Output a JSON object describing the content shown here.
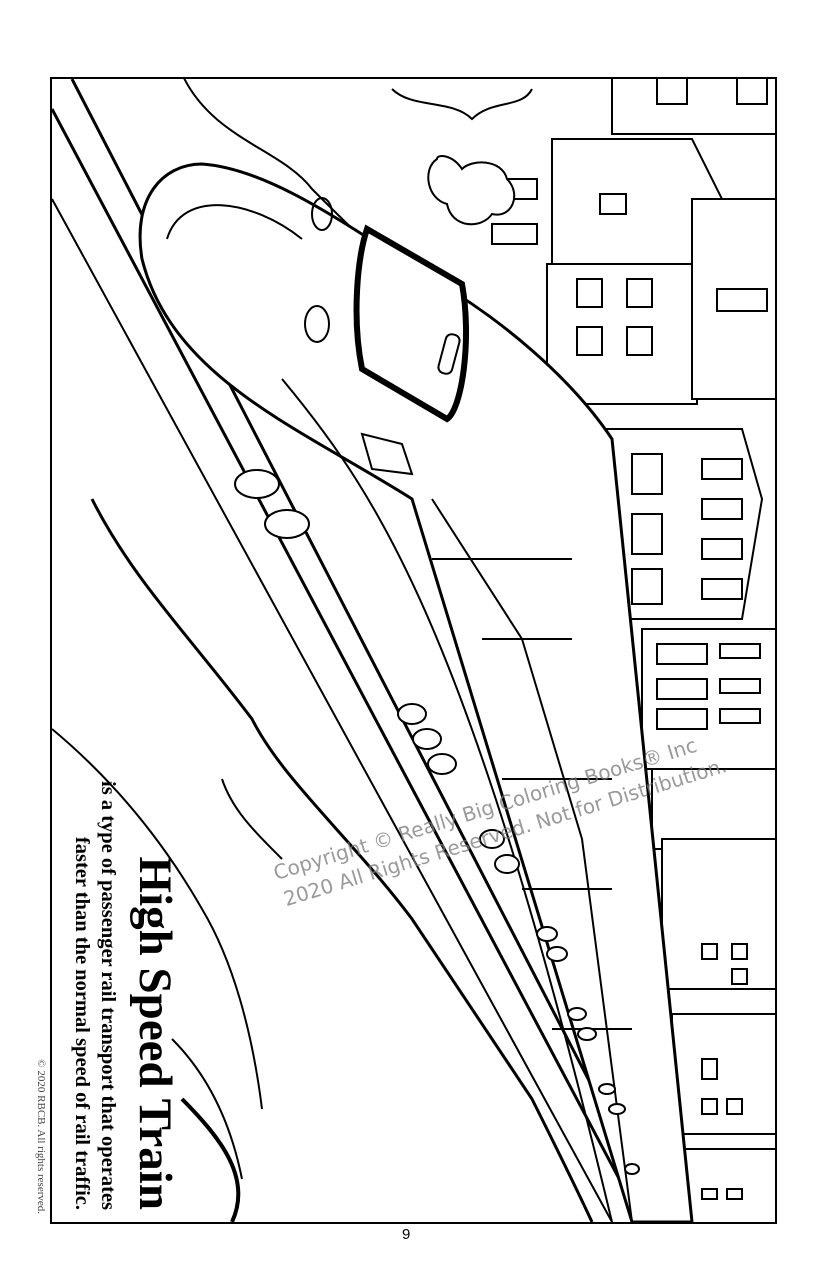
{
  "page": {
    "title": "High Speed Train",
    "description_line1": "is a type of passenger rail transport that operates",
    "description_line2": "faster than the normal speed of rail traffic.",
    "copyright": "© 2020  RBCB. All rights reserved.",
    "page_number": "9"
  },
  "watermark": {
    "line1": "Copyright © Really Big Coloring Books® Inc",
    "line2": "2020 All Rights Reserved. Not for Distribution."
  }
}
